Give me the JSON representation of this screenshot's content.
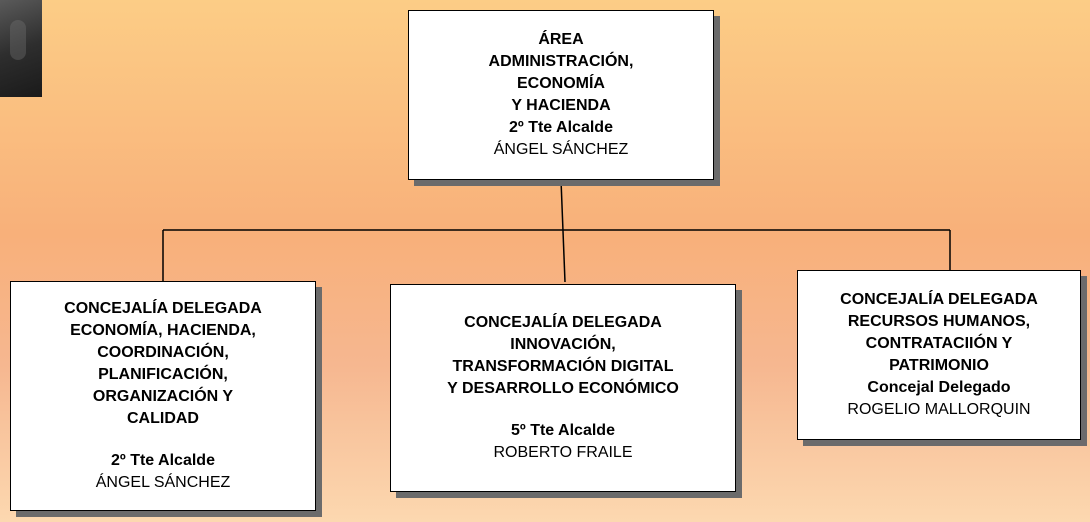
{
  "org_chart": {
    "top": {
      "title": "ÁREA\nADMINISTRACIÓN,\nECONOMÍA\nY HACIENDA",
      "role": "2º Tte Alcalde",
      "name": "ÁNGEL SÁNCHEZ"
    },
    "left": {
      "title": "CONCEJALÍA DELEGADA\nECONOMÍA, HACIENDA,\nCOORDINACIÓN,\nPLANIFICACIÓN,\nORGANIZACIÓN Y\nCALIDAD",
      "role": "2º Tte Alcalde",
      "name": "ÁNGEL SÁNCHEZ"
    },
    "middle": {
      "title": "CONCEJALÍA DELEGADA\nINNOVACIÓN,\nTRANSFORMACIÓN DIGITAL\nY DESARROLLO ECONÓMICO",
      "role": "5º Tte Alcalde",
      "name": "ROBERTO FRAILE"
    },
    "right": {
      "title": "CONCEJALÍA DELEGADA\nRECURSOS HUMANOS,\nCONTRATACIIÓN Y\nPATRIMONIO",
      "role": "Concejal Delegado",
      "name": "ROGELIO MALLORQUIN"
    }
  }
}
